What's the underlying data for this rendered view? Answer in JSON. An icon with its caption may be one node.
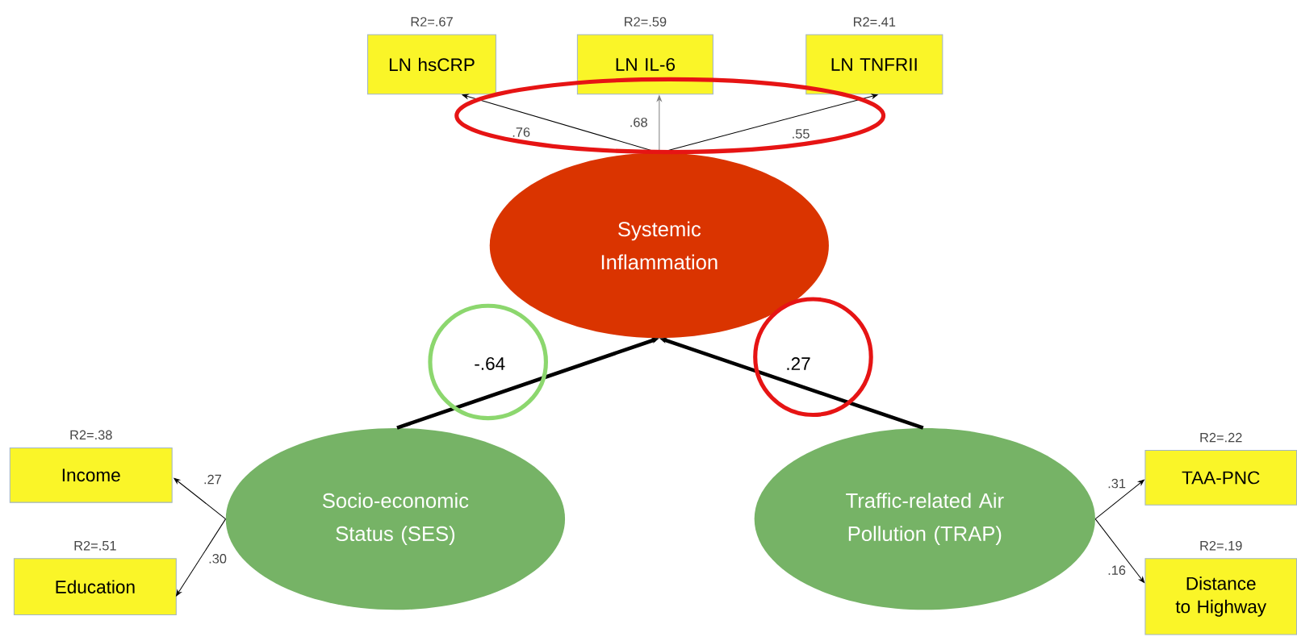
{
  "diagram": {
    "nodes": [
      {
        "text": [
          "LN hsCRP"
        ],
        "beside": [
          "R2=.67"
        ]
      },
      {
        "text": [
          "LN IL-6"
        ],
        "beside": [
          "R2=.59"
        ]
      },
      {
        "text": [
          "LN TNFRII"
        ],
        "beside": [
          "R2=.41"
        ]
      },
      {
        "text": [
          "Systemic Inflammation"
        ]
      },
      {
        "text": [
          "Income"
        ],
        "beside": [
          "R2=.38"
        ]
      },
      {
        "text": [
          "Education"
        ],
        "beside": [
          "R2=.51"
        ]
      },
      {
        "text": [
          "Socio-economic Status (SES)"
        ]
      },
      {
        "text": [
          "Traffic-related Air Pollution (TRAP)"
        ]
      },
      {
        "text": [
          "TAA-PNC"
        ],
        "beside": [
          "R2=.22"
        ]
      },
      {
        "text": [
          "Distance to Highway"
        ],
        "beside": [
          "R2=.19"
        ]
      }
    ],
    "edges": [
      {
        "from": 3,
        "to": 0,
        "arrow": "to",
        "label": ".76"
      },
      {
        "from": 3,
        "to": 1,
        "arrow": "to",
        "label": ".68",
        "color": "#7f7f7f"
      },
      {
        "from": 3,
        "to": 2,
        "arrow": "to",
        "label": ".55"
      },
      {
        "from": 6,
        "to": 3,
        "arrow": "to",
        "label": "-.64",
        "style": "thick"
      },
      {
        "from": 7,
        "to": 3,
        "arrow": "to",
        "label": ".27",
        "style": "thick"
      },
      {
        "from": 6,
        "to": 4,
        "arrow": "to",
        "label": ".27"
      },
      {
        "from": 6,
        "to": 5,
        "arrow": "to",
        "label": ".30"
      },
      {
        "from": 7,
        "to": 8,
        "arrow": "to",
        "label": ".31"
      },
      {
        "from": 7,
        "to": 9,
        "arrow": "to",
        "label": ".16"
      }
    ]
  }
}
